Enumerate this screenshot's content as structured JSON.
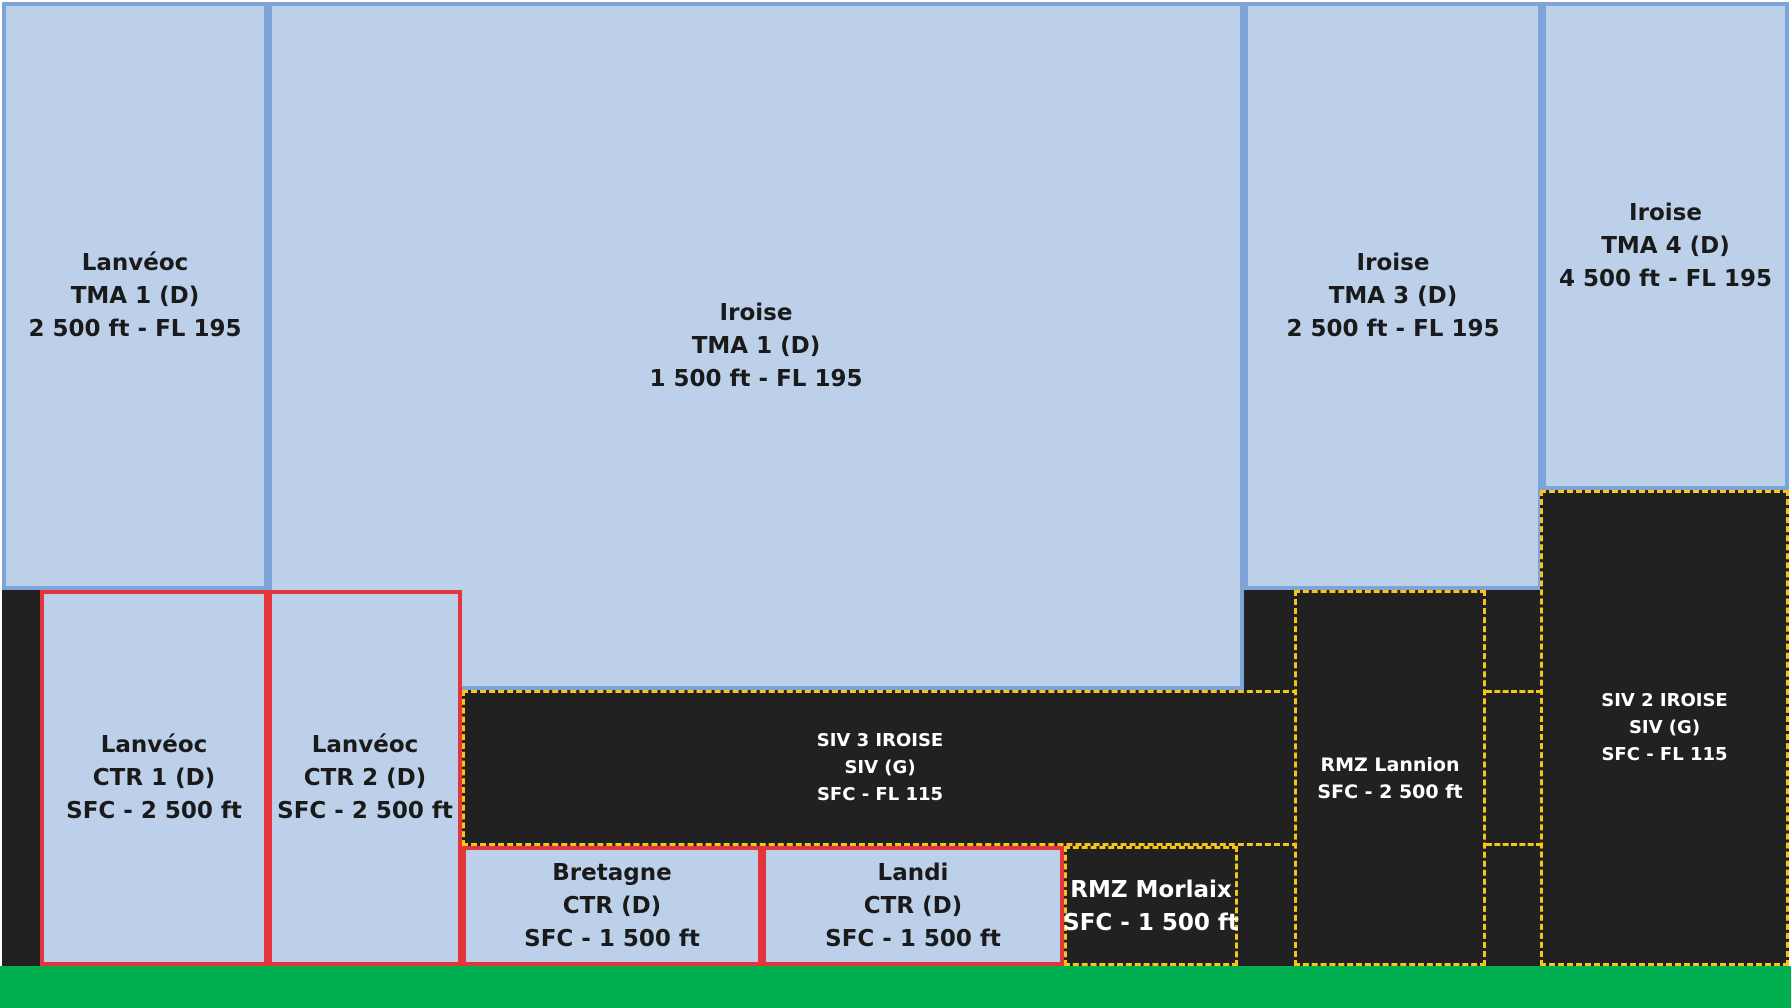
{
  "diagram": {
    "colors": {
      "tma_fill": "#bdd0ea",
      "tma_border": "#7ea3d9",
      "ctr_border": "#e3353a",
      "class_g_fill": "#212121",
      "dashed_border": "#f5c518",
      "ground": "#00b050"
    },
    "zones": {
      "lanveoc_tma1": {
        "name": "Lanvéoc",
        "designation": "TMA 1 (D)",
        "limits": "2 500 ft - FL 195"
      },
      "iroise_tma1": {
        "name": "Iroise",
        "designation": "TMA 1 (D)",
        "limits": "1 500 ft - FL 195"
      },
      "iroise_tma3": {
        "name": "Iroise",
        "designation": "TMA 3 (D)",
        "limits": "2 500 ft - FL 195"
      },
      "iroise_tma4": {
        "name": "Iroise",
        "designation": "TMA 4 (D)",
        "limits": "4 500 ft - FL 195"
      },
      "lanveoc_ctr1": {
        "name": "Lanvéoc",
        "designation": "CTR 1 (D)",
        "limits": "SFC - 2 500 ft"
      },
      "lanveoc_ctr2": {
        "name": "Lanvéoc",
        "designation": "CTR 2 (D)",
        "limits": "SFC - 2 500 ft"
      },
      "siv3_iroise": {
        "name": "SIV 3 IROISE",
        "designation": "SIV (G)",
        "limits": "SFC - FL 115"
      },
      "bretagne_ctr": {
        "name": "Bretagne",
        "designation": "CTR (D)",
        "limits": "SFC - 1 500 ft"
      },
      "landi_ctr": {
        "name": "Landi",
        "designation": "CTR (D)",
        "limits": "SFC - 1 500 ft"
      },
      "rmz_morlaix": {
        "name": "RMZ Morlaix",
        "limits": "SFC - 1 500 ft"
      },
      "rmz_lannion": {
        "name": "RMZ Lannion",
        "limits": "SFC - 2 500 ft"
      },
      "siv2_iroise": {
        "name": "SIV 2 IROISE",
        "designation": "SIV (G)",
        "limits": "SFC - FL 115"
      }
    }
  }
}
